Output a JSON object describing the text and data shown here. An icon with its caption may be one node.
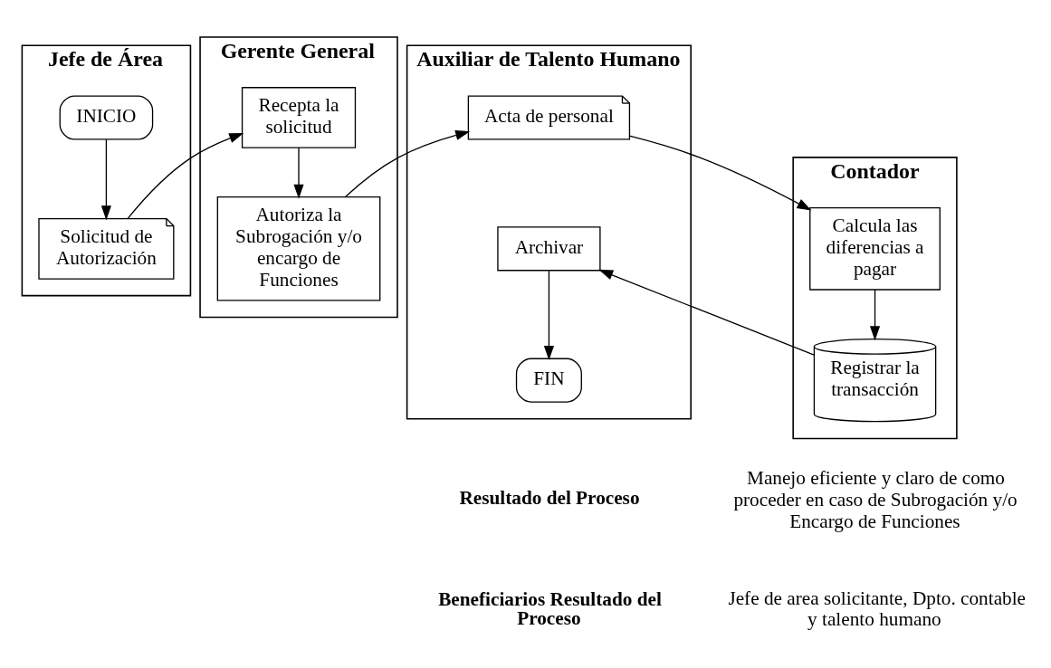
{
  "diagram": {
    "nodes": [
      {
        "text": [
          "Jefe de Área"
        ]
      },
      {
        "text": [
          "Gerente General"
        ]
      },
      {
        "text": [
          "Auxiliar de Talento Humano"
        ]
      },
      {
        "text": [
          "Contador"
        ]
      },
      {
        "text": [
          "INICIO"
        ],
        "in": 0
      },
      {
        "text": [
          "Solicitud de Autorización"
        ],
        "in": 0
      },
      {
        "text": [
          "Recepta la solicitud"
        ],
        "in": 1
      },
      {
        "text": [
          "Autoriza la Subrogación y/o encargo de Funciones"
        ],
        "in": 1
      },
      {
        "text": [
          "Acta de personal"
        ],
        "in": 2
      },
      {
        "text": [
          "Archivar"
        ],
        "in": 2
      },
      {
        "text": [
          "FIN"
        ],
        "in": 2
      },
      {
        "text": [
          "Calcula las diferencias a pagar"
        ],
        "in": 3
      },
      {
        "text": [
          "Registrar la transacción"
        ],
        "in": 3
      }
    ],
    "edges": [
      {
        "from": 4,
        "to": 5,
        "arrow": "to"
      },
      {
        "from": 5,
        "to": 6,
        "arrow": "to"
      },
      {
        "from": 6,
        "to": 7,
        "arrow": "to"
      },
      {
        "from": 7,
        "to": 8,
        "arrow": "to"
      },
      {
        "from": 8,
        "to": 11,
        "arrow": "to"
      },
      {
        "from": 11,
        "to": 12,
        "arrow": "to"
      },
      {
        "from": 12,
        "to": 9,
        "arrow": "to"
      },
      {
        "from": 9,
        "to": 10,
        "arrow": "to"
      }
    ],
    "labels": [
      "Resultado del Proceso",
      "Manejo eficiente y claro de como proceder en caso de Subrogación y/o Encargo de Funciones",
      "Beneficiarios Resultado del Proceso",
      "Jefe de area solicitante, Dpto. contable y talento humano"
    ]
  }
}
